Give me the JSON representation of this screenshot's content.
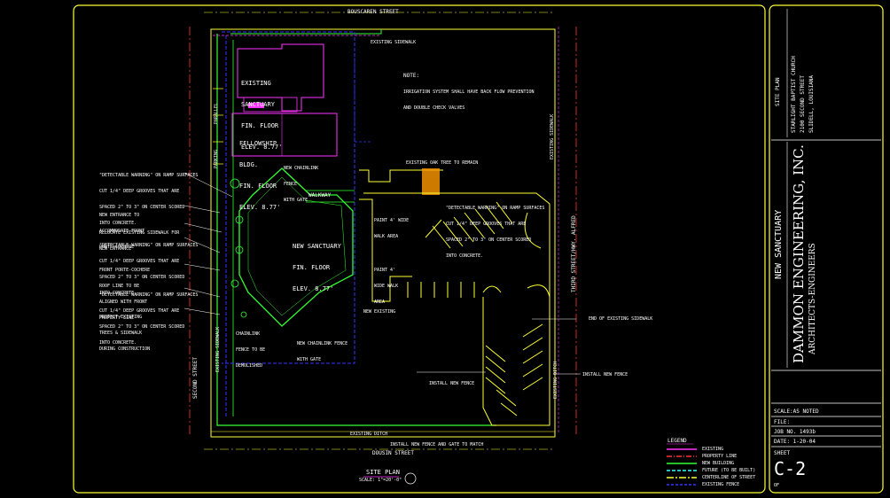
{
  "streets": {
    "top": "BOUSCAREN STREET",
    "bottom": "DOUSIN STREET",
    "left": "SECOND STREET",
    "right": "THIRD STREET/HWY. ALFRED"
  },
  "buildings": {
    "existing_sanctuary": [
      "EXISTING",
      "SANCTUARY",
      "FIN. FLOOR",
      "ELEV. 8.77'"
    ],
    "fellowship": [
      "FELLOWSHIP",
      "BLDG.",
      "FIN. FLOOR",
      "ELEV. 8.77'"
    ],
    "new_sanctuary": [
      "NEW SANCTUARY",
      "FIN. FLOOR",
      "ELEV. 8.77'"
    ],
    "walkway": "WALKWAY"
  },
  "note": {
    "title": "NOTE:",
    "lines": [
      "IRRIGATION SYSTEM SHALL HAVE BACK FLOW PREVENTION",
      "AND DOUBLE CHECK VALVES"
    ]
  },
  "left_callouts": [
    [
      "\"DETECTABLE WARNING\" ON RAMP SURFACES",
      "CUT 1/4\" DEEP GROOVES THAT ARE",
      "SPACED 2\" TO 3\" ON CENTER SCORED",
      "INTO CONCRETE."
    ],
    [
      "NEW ENTRANCE TO",
      "ACCOMMODATE FRONT",
      "PORTE-COCHERE"
    ],
    [
      "RELOCATE EXISTING SIDEWALK FOR",
      "NEW ENTRANCE"
    ],
    [
      "\"DETECTABLE WARNING\" ON RAMP SURFACES",
      "CUT 1/4\" DEEP GROOVES THAT ARE",
      "SPACED 2\" TO 3\" ON CENTER SCORED",
      "INTO CONCRETE."
    ],
    [
      "FRONT PORTE-COCHERE",
      "ROOF LINE TO BE",
      "ALIGNED WITH FRONT",
      "PROPERTY LINE"
    ],
    [
      "\"DETECTABLE WARNING\" ON RAMP SURFACES",
      "CUT 1/4\" DEEP GROOVES THAT ARE",
      "SPACED 2\" TO 3\" ON CENTER SCORED",
      "INTO CONCRETE."
    ],
    [
      "PROTECT EXISTING",
      "TREES & SIDEWALK",
      "DURING CONSTRUCTION"
    ]
  ],
  "plan_labels": {
    "existing_sidewalk_top": "EXISTING SIDEWALK",
    "new_chainlink_gate": [
      "NEW CHAINLINK",
      "FENCE",
      "WITH GATE"
    ],
    "existing_oak": "EXISTING OAK TREE TO REMAIN",
    "walk_area_1": [
      "PAINT 4' WIDE",
      "WALK AREA"
    ],
    "walk_area_2": [
      "PAINT 4'",
      "WIDE WALK",
      "AREA"
    ],
    "detectable_right": [
      "\"DETECTABLE WARNING\" ON RAMP SURFACES",
      "CUT 1/4\" DEEP GROOVES THAT ARE",
      "SPACED 2\" TO 3\" ON CENTER SCORED",
      "INTO CONCRETE."
    ],
    "chainlink_demolish": [
      "CHAINLINK",
      "FENCE TO BE",
      "DEMOLISHED"
    ],
    "new_chainlink_fence": [
      "NEW CHAINLINK FENCE",
      "WITH GATE"
    ],
    "new_existing": "NEW EXISTING",
    "end_sidewalk": "END OF EXISTING SIDEWALK",
    "install_fence_1": "INSTALL NEW FENCE",
    "install_fence_2": "INSTALL NEW FENCE",
    "install_fence_gate": "INSTALL NEW FENCE AND GATE TO MATCH",
    "existing_ditch": "EXISTING DITCH",
    "existing_sidewalk_left": "EXISTING SIDEWALK",
    "existing_sidewalk_right": "EXISTING SIDEWALK",
    "existing_ditch_right": "EXISTING DITCH",
    "parallel_parking": "PARALLEL",
    "parking": "PARKING"
  },
  "plan_title": {
    "title": "SITE PLAN",
    "scale": "SCALE: 1\"=20'-0\""
  },
  "legend": {
    "title": "LEGEND",
    "items": [
      {
        "label": "EXISTING",
        "color": "#ff33ff",
        "dash": "none"
      },
      {
        "label": "PROPERTY LINE",
        "color": "#ff3333",
        "dash": "6 2 1 2"
      },
      {
        "label": "NEW BUILDING",
        "color": "#33ff33",
        "dash": "none"
      },
      {
        "label": "FUTURE (TO BE BUILT)",
        "color": "#33ffff",
        "dash": "4 2"
      },
      {
        "label": "CENTERLINE OF STREET",
        "color": "#ffff33",
        "dash": "8 2 2 2"
      },
      {
        "label": "EXISTING FENCE",
        "color": "#3333ff",
        "dash": "3 2"
      }
    ]
  },
  "title_block": {
    "project": "SITE PLAN",
    "church": [
      "STARLIGHT BAPTIST CHURCH",
      "2100 SECOND STREET",
      "SLIDELL, LOUISIANA"
    ],
    "sanctuary": "NEW SANCTUARY",
    "firm": "DAMMON ENGINEERING, INC.",
    "firm_sub": "ARCHITECTS-ENGINEERS",
    "scale": "SCALE:AS NOTED",
    "file": "FILE:",
    "job": "JOB NO. 1493b",
    "date": "DATE: 1-20-04",
    "sheet_label": "SHEET",
    "sheet_no": "C-2",
    "of": "OF"
  },
  "colors": {
    "frame": "#ffff33",
    "existing": "#ff33ff",
    "new_building": "#33ff33",
    "fence": "#3333ff",
    "property": "#ff3333",
    "text": "#ffffff",
    "future": "#33ffff"
  }
}
